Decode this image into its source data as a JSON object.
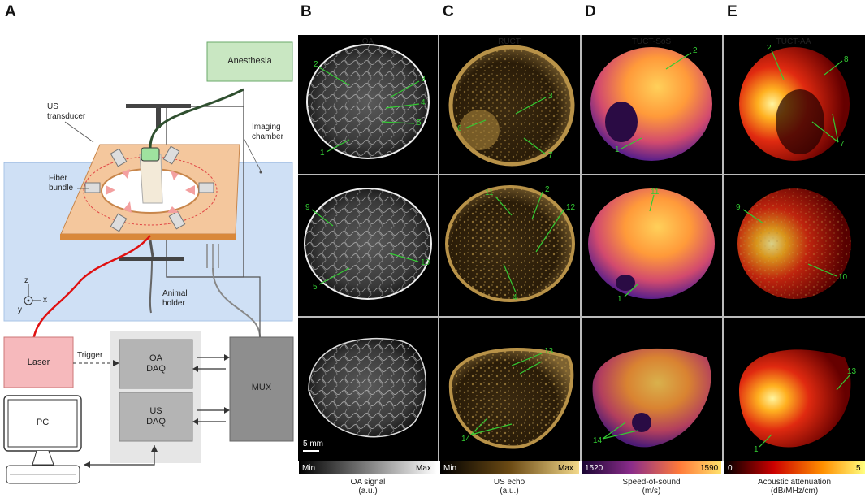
{
  "panel_labels": {
    "a": "A",
    "b": "B",
    "c": "C",
    "d": "D",
    "e": "E"
  },
  "schematic": {
    "anesthesia": "Anesthesia",
    "us_transducer": "US\ntransducer",
    "imaging_chamber": "Imaging\nchamber",
    "fiber_bundle": "Fiber\nbundle",
    "animal_holder": "Animal\nholder",
    "axis_z": "z",
    "axis_y": "y",
    "axis_x": "x",
    "laser": "Laser",
    "trigger": "Trigger",
    "oa_daq": "OA\nDAQ",
    "us_daq": "US\nDAQ",
    "mux": "MUX",
    "pc": "PC"
  },
  "columns": [
    {
      "title": "OA",
      "colorbar_min": "Min",
      "colorbar_max": "Max",
      "colorbar_label": "OA signal\n(a.u.)"
    },
    {
      "title": "RUCT",
      "colorbar_min": "Min",
      "colorbar_max": "Max",
      "colorbar_label": "US echo\n(a.u.)"
    },
    {
      "title": "TUCT-SoS",
      "colorbar_min": "1520",
      "colorbar_max": "1590",
      "colorbar_label": "Speed-of-sound\n(m/s)"
    },
    {
      "title": "TUCT-AA",
      "colorbar_min": "0",
      "colorbar_max": "5",
      "colorbar_label": "Acoustic attenuation\n(dB/MHz/cm)"
    }
  ],
  "scale_bar": "5 mm",
  "annotations": {
    "r1": [
      [
        "2",
        "3",
        "4",
        "5",
        "1"
      ],
      [
        "3",
        "6",
        "7"
      ],
      [
        "2",
        "1"
      ],
      [
        "2",
        "8",
        "7"
      ]
    ],
    "r2": [
      [
        "9",
        "5",
        "10"
      ],
      [
        "11",
        "2",
        "12",
        "4"
      ],
      [
        "11",
        "1"
      ],
      [
        "9",
        "10"
      ]
    ],
    "r3": [
      [],
      [
        "13",
        "14"
      ],
      [
        "14"
      ],
      [
        "13",
        "1"
      ]
    ]
  },
  "colors": {
    "oa_cmap": [
      "#000000",
      "#ffffff"
    ],
    "us_cmap": [
      "#000000",
      "#f2d88a"
    ],
    "sos_cmap": [
      "#1a0533",
      "#ffe26b"
    ],
    "aa_cmap": [
      "#000000",
      "#ffff80"
    ],
    "annotation": "#33cc33",
    "laser_box": "#f6b9bc",
    "anesthesia_box": "#c9e7c2",
    "daq_box": "#b4b4b4",
    "mux_box": "#8e8e8e",
    "water": "#cfe0f5",
    "platform": "#f4c79d",
    "laser_line": "#e01010"
  }
}
